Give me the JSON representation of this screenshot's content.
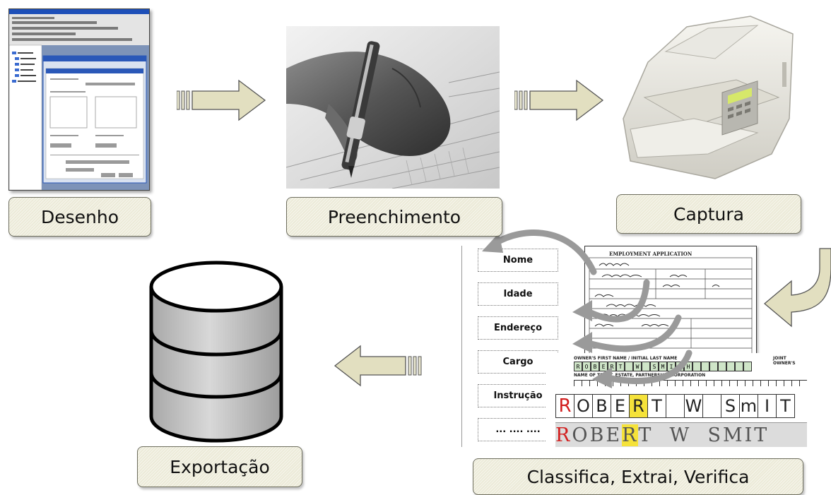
{
  "steps": {
    "desenho": "Desenho",
    "preenchimento": "Preenchimento",
    "captura": "Captura",
    "classifica": "Classifica, Extrai, Verifica",
    "exportacao": "Exportação"
  },
  "fields": [
    "Nome",
    "Idade",
    "Endereço",
    "Cargo",
    "Instrução",
    "... .... ...."
  ],
  "ocr": {
    "form_caption": "OWNER'S FIRST NAME / INITIAL LAST NAME",
    "form_caption2": "NAME OF TRUST, ESTATE, PARTNERSHIP, CORPORATION",
    "form_caption3": "JOINT OWNER'S",
    "small_boxes": [
      "R",
      "O",
      "B",
      "E",
      "R",
      "T",
      "",
      "W",
      "",
      "S",
      "M",
      "I",
      "T",
      "H"
    ],
    "handwritten": [
      "R",
      "O",
      "B",
      "E",
      "R",
      "T",
      "",
      "W",
      "",
      "S",
      "m",
      "I",
      "T"
    ],
    "recognized": "ROBERT W SMIT",
    "recognized_first": "R",
    "recognized_mid": "OBE",
    "recognized_hl": "R",
    "recognized_rest": "T  W  SMIT"
  },
  "application_form": {
    "title": "EMPLOYMENT APPLICATION"
  }
}
